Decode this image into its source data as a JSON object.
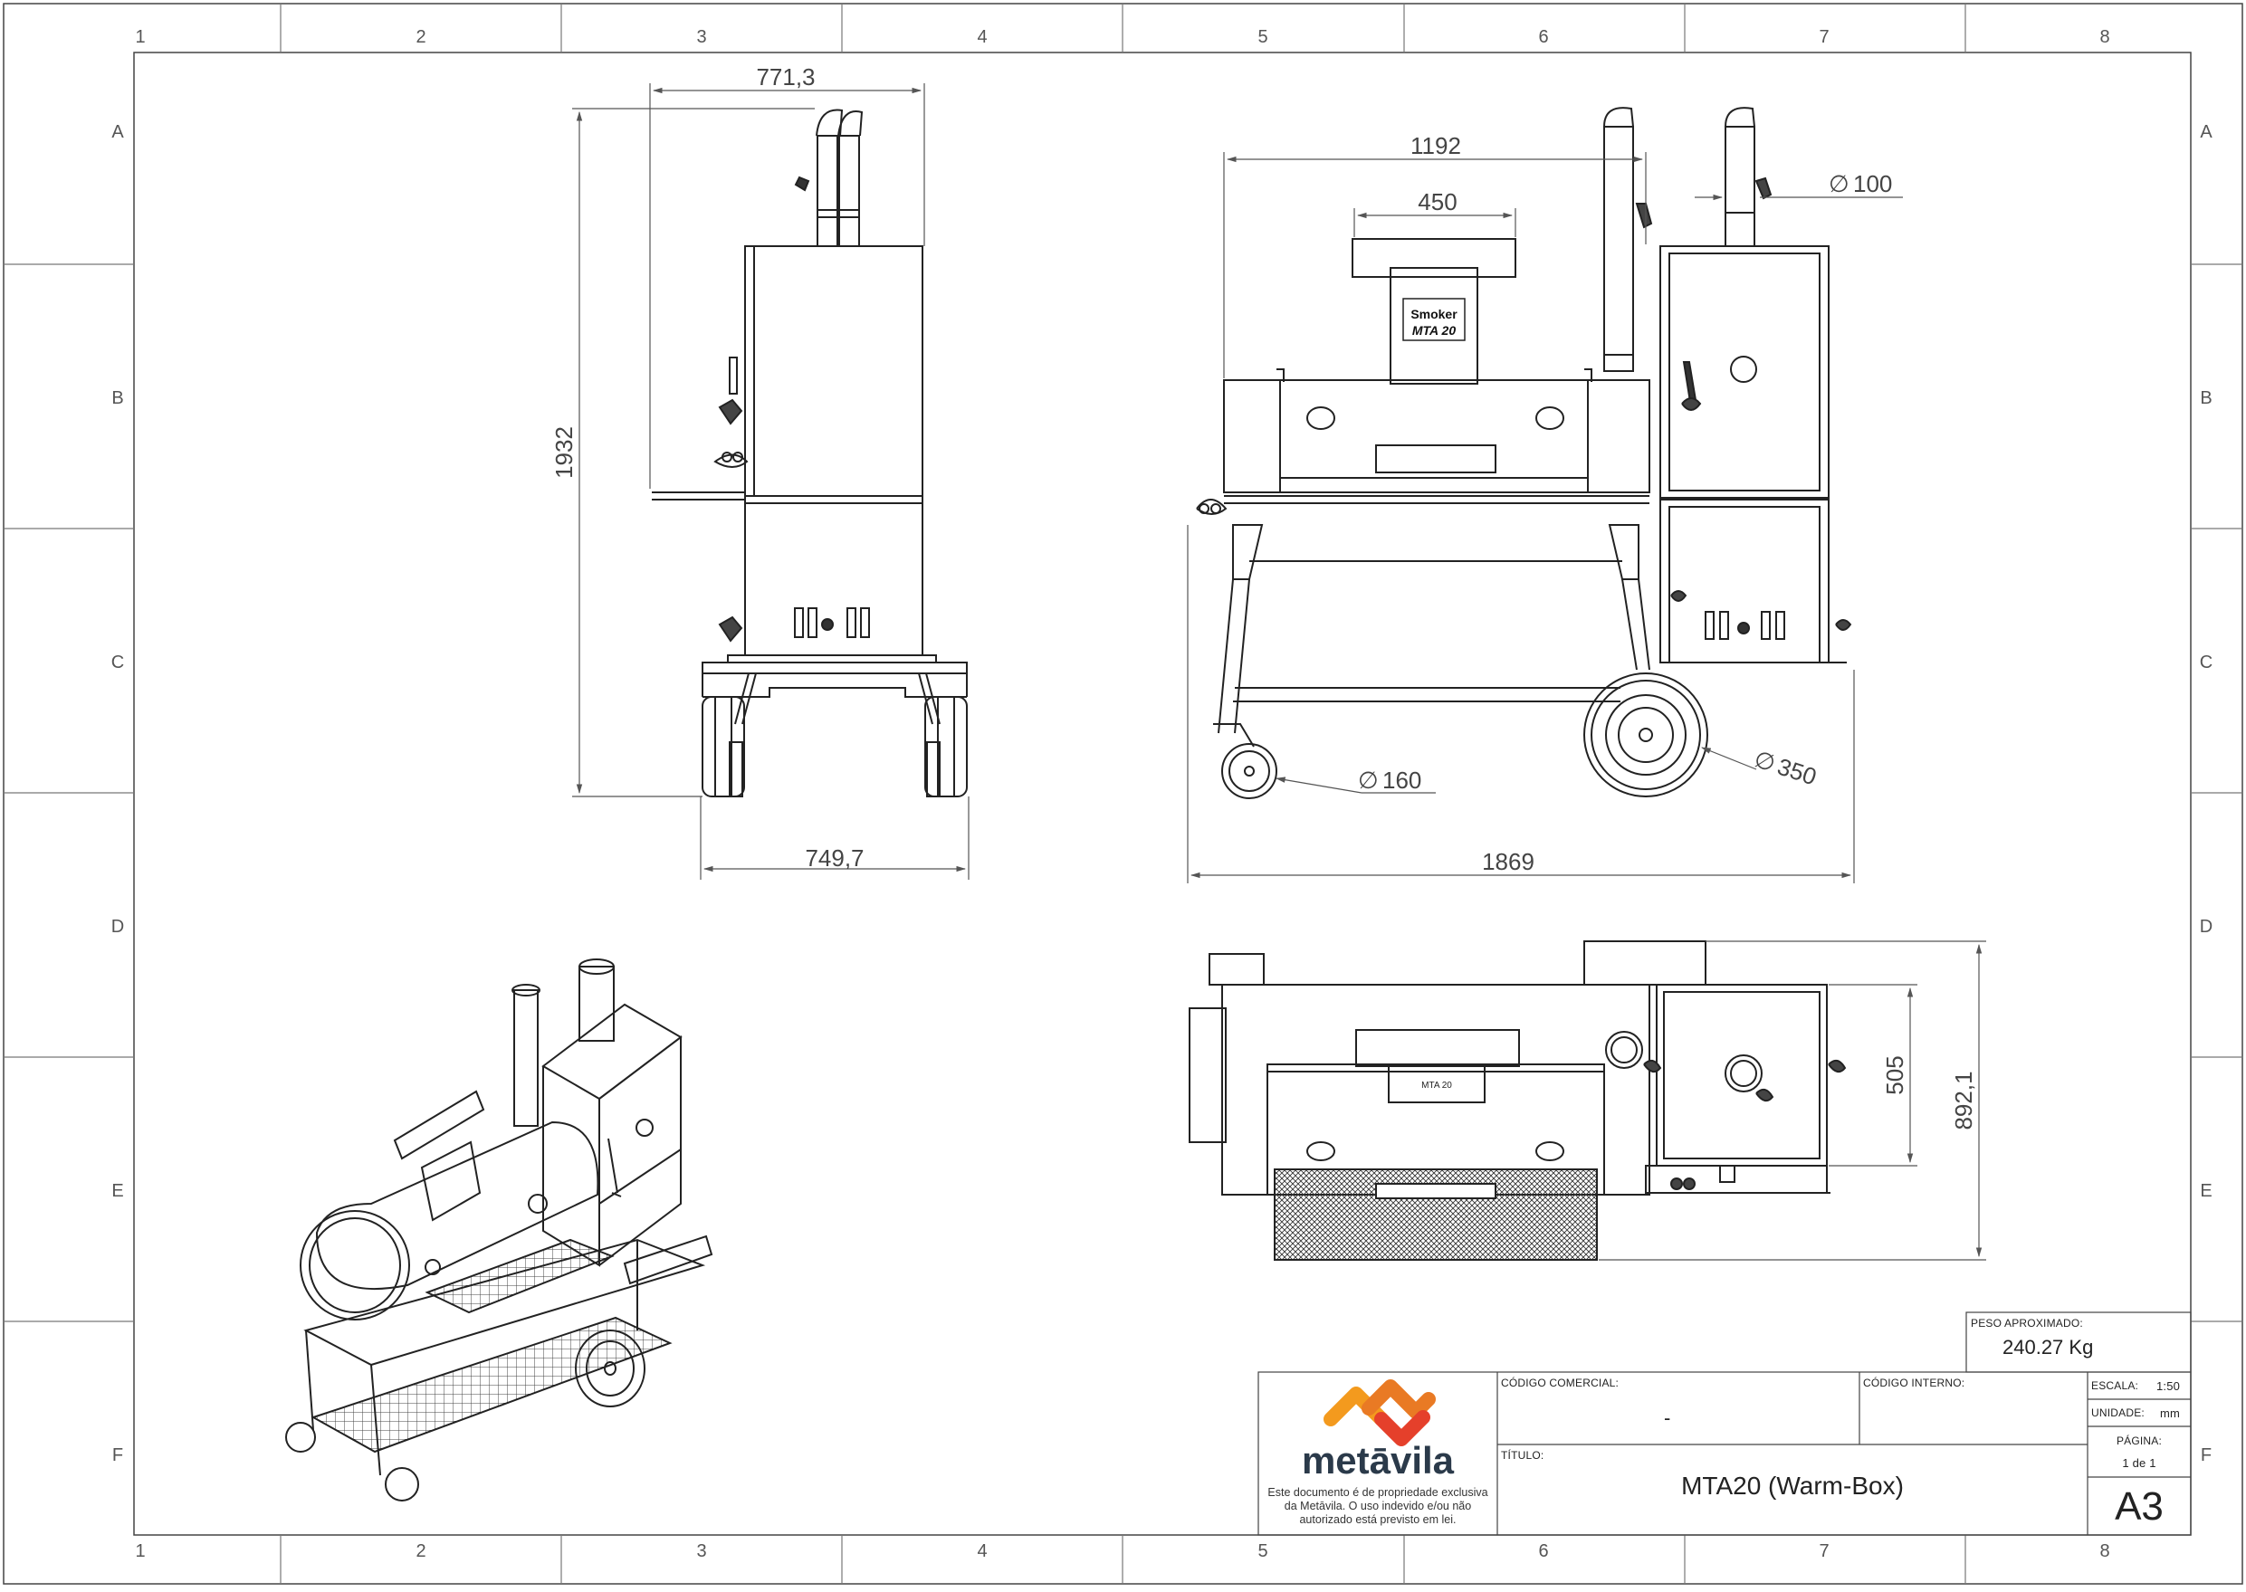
{
  "border": {
    "columns": [
      "1",
      "2",
      "3",
      "4",
      "5",
      "6",
      "7",
      "8"
    ],
    "rows": [
      "A",
      "B",
      "C",
      "D",
      "E",
      "F"
    ]
  },
  "dimensions": {
    "side_top_width": "771,3",
    "side_height": "1932",
    "side_base_width": "749,7",
    "front_overall_width": "1192",
    "front_sign_width": "450",
    "front_chimney_diameter": "100",
    "front_small_wheel": "160",
    "front_large_wheel": "350",
    "front_total_length": "1869",
    "top_box_depth": "505",
    "top_overall_depth": "892,1"
  },
  "symbols": {
    "diameter": "∅"
  },
  "badge": {
    "line1": "Smoker",
    "line2": "MTA 20"
  },
  "title_block": {
    "weight_label": "PESO APROXIMADO:",
    "weight_value": "240.27 Kg",
    "commercial_code_label": "CÓDIGO COMERCIAL:",
    "commercial_code_value": "-",
    "internal_code_label": "CÓDIGO INTERNO:",
    "internal_code_value": "",
    "title_label": "TÍTULO:",
    "title_value": "MTA20 (Warm-Box)",
    "scale_label": "ESCALA:",
    "scale_value": "1:50",
    "unit_label": "UNIDADE:",
    "unit_value": "mm",
    "page_label": "PÁGINA:",
    "page_value": "1 de 1",
    "sheet_size": "A3",
    "company_name": "metāvila",
    "disclaimer": "Este documento é de propriedade exclusiva da Metāvila. O uso indevido e/ou não autorizado está previsto em lei."
  },
  "colors": {
    "logo_orange": "#F39A1E",
    "logo_red": "#E5402B",
    "company_text": "#2b3a4a",
    "line": "#222222"
  }
}
